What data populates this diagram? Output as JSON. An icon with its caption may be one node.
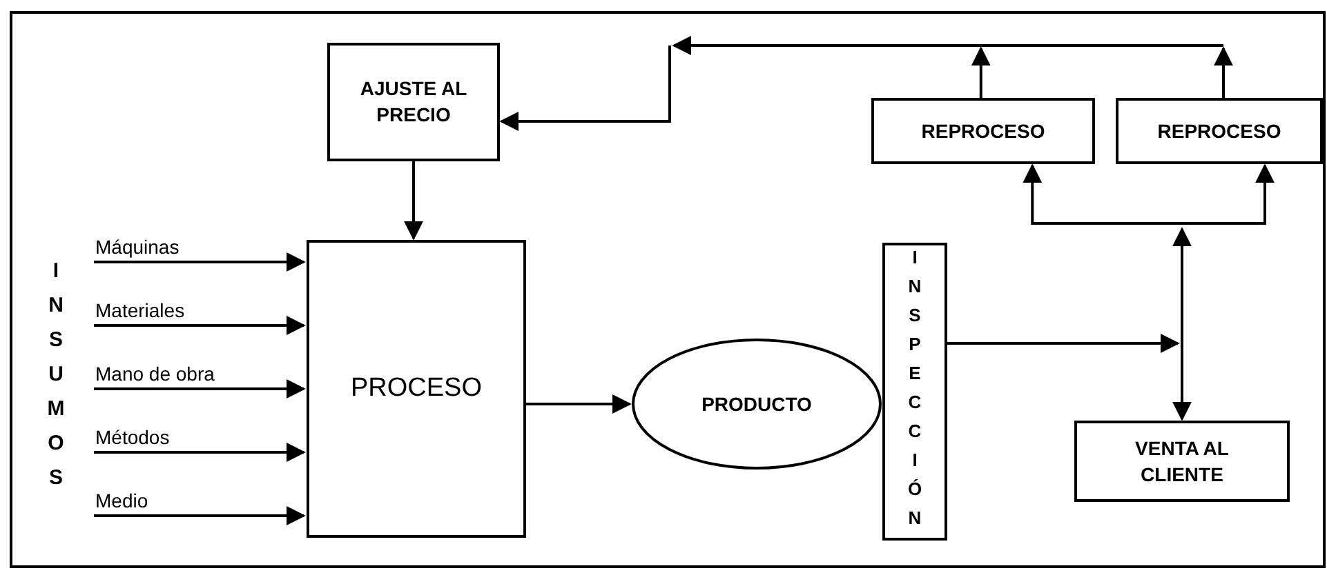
{
  "diagram": {
    "nodes": [
      {
        "text": [
          "AJUSTE AL PRECIO"
        ]
      },
      {
        "text": [
          "PROCESO"
        ]
      },
      {
        "text": [
          "PRODUCTO"
        ]
      },
      {
        "text": [
          "INSPECCIÓN"
        ]
      },
      {
        "text": [
          "REPROCESO"
        ]
      },
      {
        "text": [
          "REPROCESO"
        ]
      },
      {
        "text": [
          "VENTA AL CLIENTE"
        ]
      }
    ],
    "edges": [
      {
        "from": null,
        "to": 1,
        "arrow": "to",
        "label": "Máquinas"
      },
      {
        "from": null,
        "to": 1,
        "arrow": "to",
        "label": "Materiales"
      },
      {
        "from": null,
        "to": 1,
        "arrow": "to",
        "label": "Mano de obra"
      },
      {
        "from": null,
        "to": 1,
        "arrow": "to",
        "label": "Métodos"
      },
      {
        "from": null,
        "to": 1,
        "arrow": "to",
        "label": "Medio"
      },
      {
        "from": 0,
        "to": 1,
        "arrow": "to"
      },
      {
        "from": 1,
        "to": 2,
        "arrow": "to"
      },
      {
        "from": 3,
        "to": 4,
        "arrow": "to"
      },
      {
        "from": 3,
        "to": 5,
        "arrow": "to"
      },
      {
        "from": 3,
        "to": 6,
        "arrow": "to"
      },
      {
        "from": 4,
        "to": 0,
        "arrow": "to"
      },
      {
        "from": 5,
        "to": 0,
        "arrow": "to"
      }
    ],
    "labels": [
      "INSUMOS"
    ]
  }
}
